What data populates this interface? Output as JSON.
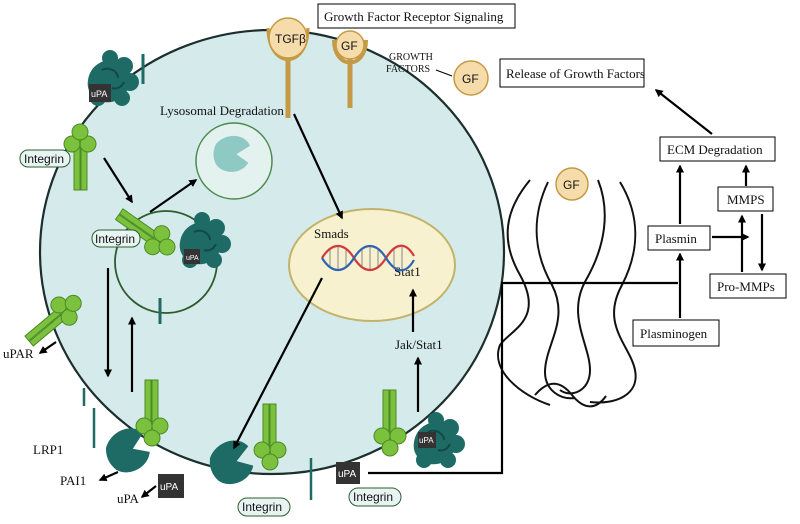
{
  "labels": {
    "growth_factor_receptor_signaling": "Growth Factor Receptor Signaling",
    "tgfb": "TGFβ",
    "gf_receptor": "GF",
    "growth_factors_line1": "GROWTH",
    "growth_factors_line2": "FACTORS",
    "gf_free": "GF",
    "release_of_growth_factors": "Release of Growth Factors",
    "lysosomal_degradation": "Lysosomal Degradation",
    "ecm_degradation": "ECM Degradation",
    "mmps": "MMPS",
    "plasmin": "Plasmin",
    "pro_mmps": "Pro-MMPs",
    "plasminogen": "Plasminogen",
    "smads": "Smads",
    "stat1": "Stat1",
    "jak_stat1": "Jak/Stat1",
    "integrin_top": "Integrin",
    "integrin_endosome": "Integrin",
    "integrin_bottom": "Integrin",
    "integrin_right": "Integrin",
    "upar": "uPAR",
    "lrp1": "LRP1",
    "pai1": "PAI1",
    "upa_free": "uPA",
    "upa_box_bottom": "uPA",
    "upa_box_right": "uPA",
    "upa_complex_top": "uPA",
    "upa_complex_endosome": "uPA",
    "upa_complex_right": "uPA",
    "gf_ecm": "GF"
  },
  "colors": {
    "cell_fill": "#d5ebeb",
    "cell_stroke": "#1c2f2c",
    "protein": "#1e6b66",
    "receptor_green": "#7cc13d",
    "receptor_dark": "#4a8b25",
    "nucleus_fill": "#f7f1cf",
    "nucleus_stroke": "#c2b36a",
    "gf_fill": "#f6dcaa",
    "gf_stroke": "#c49a45",
    "dna_red": "#d23b3b",
    "dna_blue": "#2f64b3",
    "upa_box": "#333333"
  }
}
